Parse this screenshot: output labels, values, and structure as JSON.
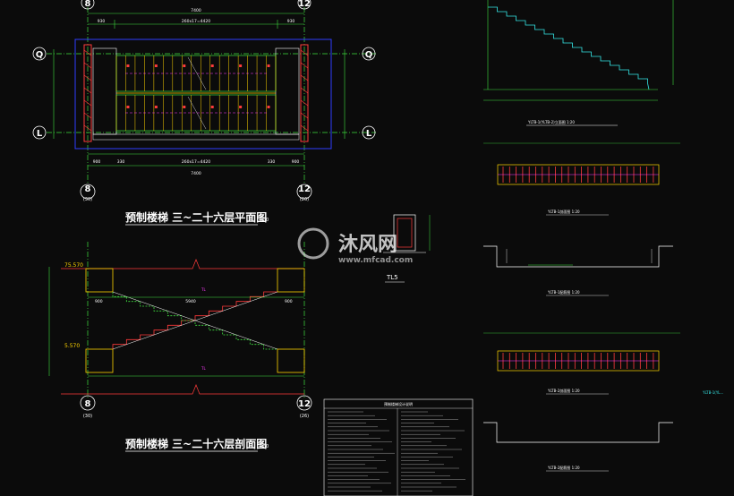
{
  "plan_view": {
    "title": "预制楼梯 三~二十六层平面图",
    "scale": "1:50",
    "axes": {
      "left_top": "8",
      "right_top": "12",
      "row_q": "Q",
      "row_l": "L",
      "left_bottom": "8",
      "left_bottom_sub": "(30)",
      "right_bottom": "12",
      "right_bottom_sub": "(26)"
    },
    "dims_top": {
      "total": "7400",
      "left": "930",
      "mid": "260x17=4420",
      "right": "930"
    },
    "dims_bottom": {
      "left": "900",
      "left2": "330",
      "mid": "260x17=4420",
      "right2": "330",
      "right": "900",
      "total": "7400"
    }
  },
  "section_view": {
    "title": "预制楼梯 三~二十六层剖面图",
    "scale": "1:50",
    "levels": {
      "top": "75.570",
      "mid": "5.570"
    },
    "axes": {
      "left": "8",
      "left_sub": "(30)",
      "right": "12",
      "right_sub": "(26)"
    },
    "dims_bottom": {
      "a": "900",
      "b": "5940",
      "c": "900"
    }
  },
  "detail_tl": {
    "label": "TL5"
  },
  "stair_elevation": {
    "caption": "YLTB-1(YLTB-2)立面图 1:20"
  },
  "plan_sections": [
    {
      "caption": "YLTB-1剖面图 1:20"
    },
    {
      "caption": "YLTB-1配筋图 1:20"
    },
    {
      "caption": "YLTB-2剖面图 1:20"
    },
    {
      "caption": "YLTB-2配筋图 1:20"
    }
  ],
  "side_label": "YLTB-1(YL...",
  "notes_table": {
    "header": "预制楼梯设计说明"
  },
  "watermark": {
    "brand": "沐风网",
    "url": "www.mfcad.com"
  },
  "colors": {
    "bg": "#0b0b0b",
    "green": "#3fe03f",
    "yellow": "#ffd400",
    "red": "#ff3b3b",
    "magenta": "#ff3bff",
    "blue": "#2f3cff",
    "cyan": "#35e6e6",
    "white": "#ffffff"
  }
}
